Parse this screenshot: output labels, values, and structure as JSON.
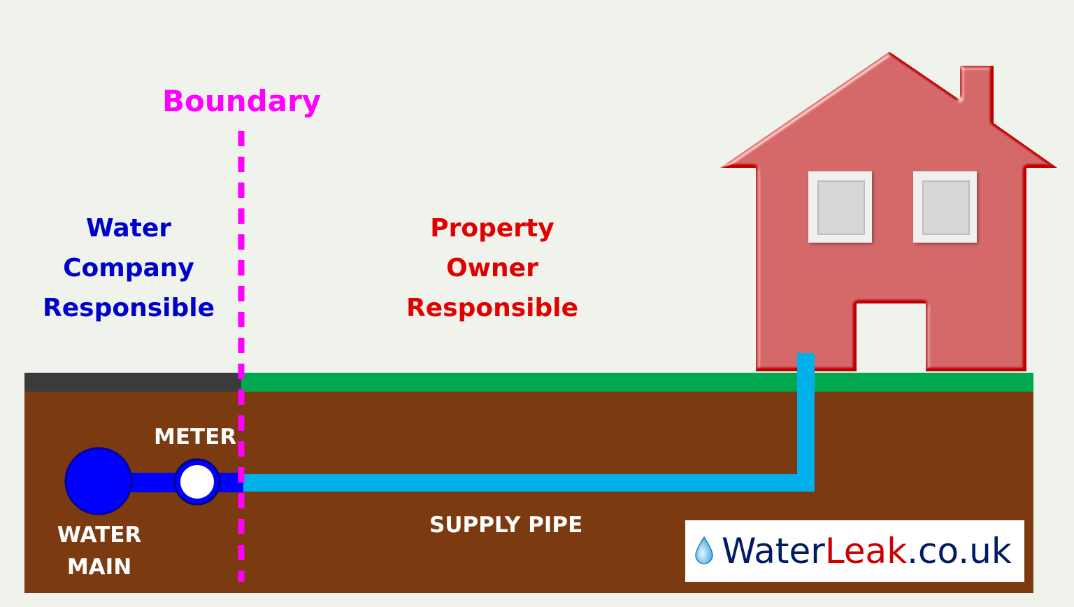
{
  "boundary": {
    "label": "Boundary",
    "color": "#ff00ff"
  },
  "water_company": {
    "lines": [
      "Water",
      "Company",
      "Responsible"
    ],
    "color": "#0000cc"
  },
  "property_owner": {
    "lines": [
      "Property",
      "Owner",
      "Responsible"
    ],
    "color": "#e00000"
  },
  "labels": {
    "meter": "METER",
    "water_main": [
      "WATER",
      "MAIN"
    ],
    "supply_pipe": "SUPPLY PIPE"
  },
  "logo": {
    "parts": [
      "Water",
      "Leak",
      ".co",
      ".uk"
    ],
    "colors": {
      "water": "#001a66",
      "leak": "#cc0000"
    }
  },
  "colors": {
    "ground": "#7b3a0f",
    "road": "#3b3b3b",
    "grass": "#00a84f",
    "supply_pipe": "#00b0ea",
    "water_main": "#0000ff",
    "house": "#c00000",
    "background": "#eff3ec"
  },
  "icons": {
    "logo_drop": "water-drop-icon"
  }
}
